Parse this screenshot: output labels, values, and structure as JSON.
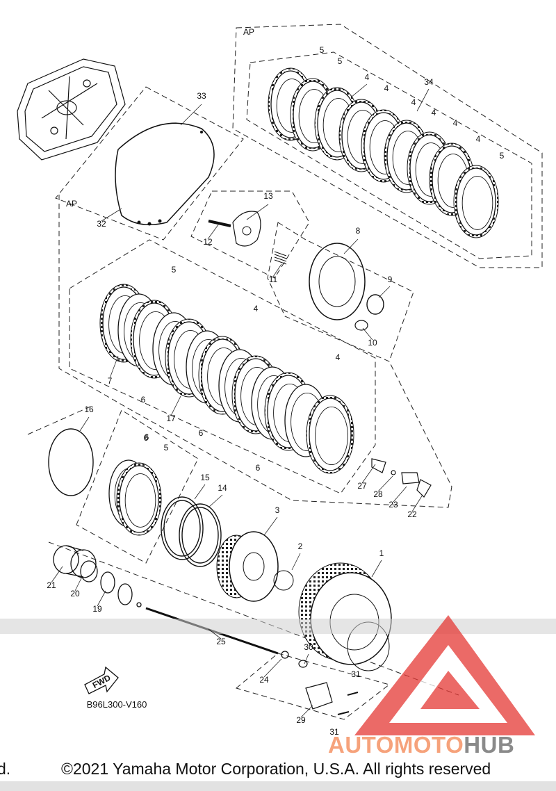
{
  "diagram": {
    "groups": {
      "ap_top": "AP",
      "ap_left": "AP"
    },
    "parts": [
      "1",
      "2",
      "3",
      "4",
      "5",
      "6",
      "7",
      "8",
      "9",
      "10",
      "11",
      "12",
      "13",
      "14",
      "15",
      "16",
      "17",
      "19",
      "20",
      "21",
      "22",
      "23",
      "24",
      "25",
      "27",
      "28",
      "29",
      "30",
      "31",
      "32",
      "33",
      "34"
    ],
    "figure_code": "B96L300-V160",
    "fwd_label": "FWD"
  },
  "watermark": {
    "brand_part1": "AUTOMOTO",
    "brand_part2": "HUB",
    "accent_color": "#e53935",
    "text_color_1": "#f6a27b",
    "text_color_2": "#8a8a8a"
  },
  "footer": {
    "prefix": "d.",
    "copyright": "©2021 Yamaha Motor Corporation, U.S.A. All rights reserved"
  }
}
